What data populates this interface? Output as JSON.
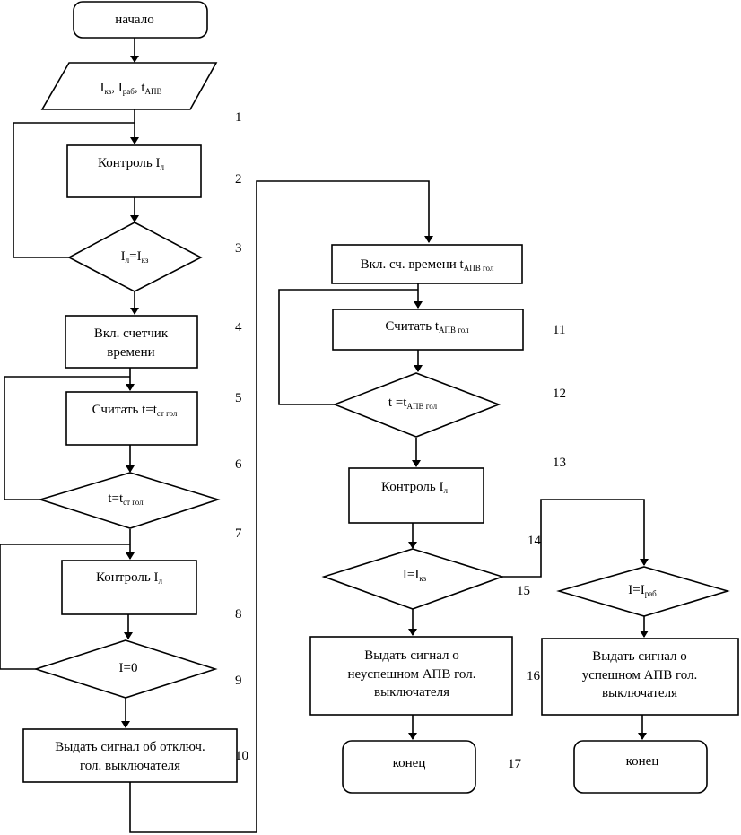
{
  "flowchart": {
    "start": "начало",
    "input": {
      "main": [
        "I",
        ", I",
        ", t"
      ],
      "subs": [
        "кз",
        "раб",
        "АПВ"
      ]
    },
    "b_control1": {
      "text": "Контроль I",
      "sub": "л"
    },
    "d_compare1": {
      "a": "I",
      "asub": "л",
      "mid": "=I",
      "bsub": "кз"
    },
    "b_timer_on": {
      "lines": [
        "Вкл. счетчик",
        "времени"
      ]
    },
    "b_read_t": {
      "text": "Считать t=t",
      "sub": "ст гол"
    },
    "d_t_eq": {
      "text": "t=t",
      "sub": "ст гол"
    },
    "b_control2": {
      "text": "Контроль I",
      "sub": "л"
    },
    "d_i_zero": {
      "text": "I=0"
    },
    "b_signal_off": {
      "lines": [
        "Выдать сигнал об отключ.",
        "гол. выключателя"
      ]
    },
    "b_timer_apv": {
      "text": "Вкл. сч. времени t",
      "sub": "АПВ гол"
    },
    "b_read_apv": {
      "text": "Считать t",
      "sub": "АПВ гол"
    },
    "d_t_apv": {
      "text": "t =t",
      "sub": "АПВ гол"
    },
    "b_control3": {
      "text": "Контроль I",
      "sub": "л"
    },
    "d_i_kz": {
      "text": "I=I",
      "sub": "кз"
    },
    "d_i_rab": {
      "text": "I=I",
      "sub": "раб"
    },
    "b_fail": {
      "lines": [
        "Выдать сигнал о",
        "неуспешном АПВ гол.",
        "выключателя"
      ]
    },
    "b_success": {
      "lines": [
        "Выдать сигнал о",
        "успешном АПВ гол.",
        "выключателя"
      ]
    },
    "end_left": "конец",
    "end_right": "конец"
  },
  "step_numbers": [
    "1",
    "2",
    "3",
    "4",
    "5",
    "6",
    "7",
    "8",
    "9",
    "10",
    "11",
    "12",
    "13",
    "14",
    "15",
    "16",
    "17"
  ]
}
